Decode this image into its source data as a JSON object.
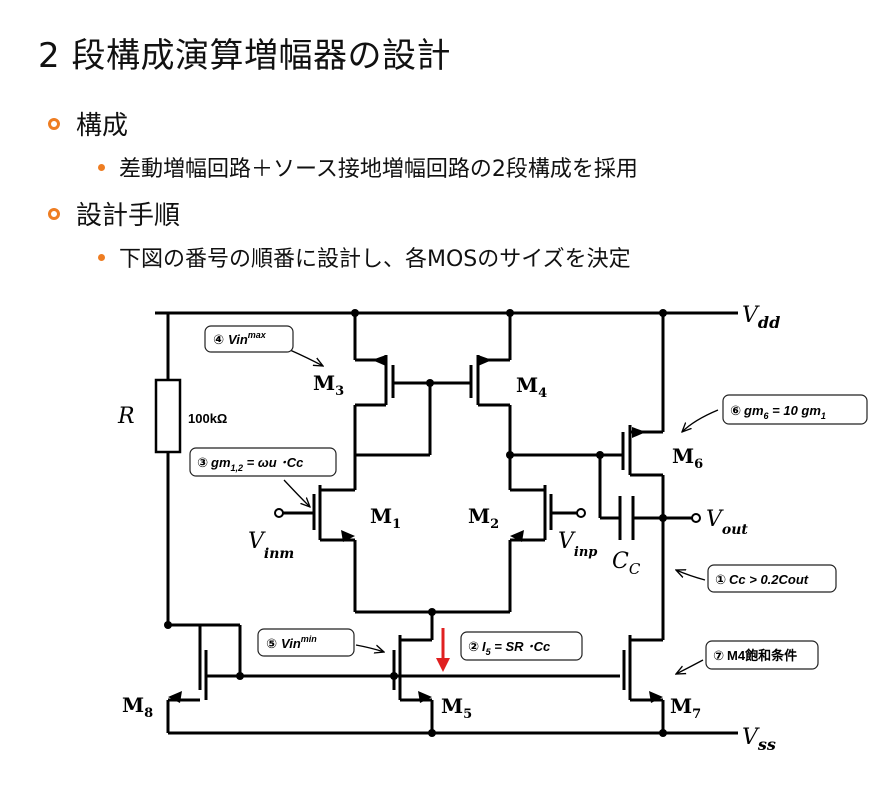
{
  "title": "2 段構成演算増幅器の設計",
  "sections": [
    {
      "heading": "構成",
      "item": "差動増幅回路＋ソース接地増幅回路の2段構成を採用"
    },
    {
      "heading": "設計手順",
      "item": "下図の番号の順番に設計し、各MOSのサイズを決定"
    }
  ],
  "circuit": {
    "vdd": {
      "V": "V",
      "sub": "dd"
    },
    "vss": {
      "V": "V",
      "sub": "ss"
    },
    "vout": {
      "V": "V",
      "sub": "out"
    },
    "vinm": {
      "V": "V",
      "sub": "inm"
    },
    "vinp": {
      "V": "V",
      "sub": "inp"
    },
    "cc": {
      "C": "C",
      "sub": "C"
    },
    "R": "R",
    "r_value": "100kΩ",
    "transistors": {
      "m1": {
        "M": "M",
        "sub": "1"
      },
      "m2": {
        "M": "M",
        "sub": "2"
      },
      "m3": {
        "M": "M",
        "sub": "3"
      },
      "m4": {
        "M": "M",
        "sub": "4"
      },
      "m5": {
        "M": "M",
        "sub": "5"
      },
      "m6": {
        "M": "M",
        "sub": "6"
      },
      "m7": {
        "M": "M",
        "sub": "7"
      },
      "m8": {
        "M": "M",
        "sub": "8"
      }
    }
  },
  "annotations": {
    "a1": {
      "num": "①",
      "text": "Cc > 0.2Cout"
    },
    "a2": {
      "num": "②",
      "pre": "I",
      "sub": "5",
      "post": " = SR ･Cc"
    },
    "a3": {
      "num": "③",
      "pre": "gm",
      "sub": "1,2",
      "post": " = ωu ･Cc"
    },
    "a4": {
      "num": "④",
      "pre": "Vin",
      "sup": "max"
    },
    "a5": {
      "num": "⑤",
      "pre": "Vin",
      "sup": "min"
    },
    "a6": {
      "num": "⑥",
      "pre": "gm",
      "sub": "6",
      "mid": " = 10 gm",
      "sub2": "1"
    },
    "a7": {
      "num": "⑦",
      "text": "M4飽和条件"
    }
  },
  "colors": {
    "accent": "#ee7d22",
    "current_arrow": "#e02020",
    "wire": "#000000"
  }
}
